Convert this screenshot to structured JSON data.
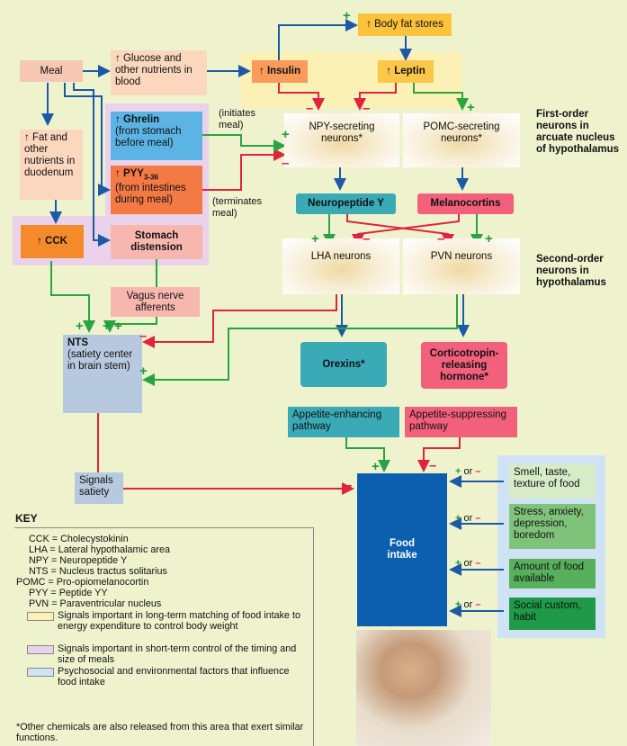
{
  "colors": {
    "blue_arrow": "#1c5aa6",
    "red_arrow": "#e0233f",
    "green_arrow": "#2aa342",
    "long_term_zone": "#fbf1b5",
    "short_term_zone": "#ead2ea",
    "psychosocial_zone": "#cfe3f5"
  },
  "icons": [
    "up-arrow-icon"
  ],
  "nodes": {
    "meal": "Meal",
    "glucose": "Glucose and other nutrients in blood",
    "insulin": "Insulin",
    "leptin": "Leptin",
    "body_fat": "Body fat stores",
    "fat_duodenum": "Fat and other nutrients in duodenum",
    "ghrelin_title": "Ghrelin",
    "ghrelin_detail": "(from stomach before meal)",
    "pyy_title": "PYY",
    "pyy_sub": "3-36",
    "pyy_detail": "(from intestines during meal)",
    "cck": "CCK",
    "stomach": "Stomach distension",
    "vagus": "Vagus nerve afferents",
    "nts_title": "NTS",
    "nts_detail": "(satiety center in brain stem)",
    "signals_satiety": "Signals satiety",
    "npy_neurons": "NPY-secreting neurons*",
    "pomc_neurons": "POMC-secreting neurons*",
    "neuropeptide_y": "Neuropeptide Y",
    "melanocortins": "Melanocortins",
    "lha_neurons": "LHA neurons",
    "pvn_neurons": "PVN neurons",
    "orexins": "Orexins*",
    "crh": "Corticotropin-releasing hormone*",
    "appetite_enh": "Appetite-enhancing pathway",
    "appetite_sup": "Appetite-suppressing pathway",
    "food_intake": "Food intake",
    "smell": "Smell, taste, texture of food",
    "stress": "Stress, anxiety, depression, boredom",
    "amount": "Amount of food available",
    "social": "Social custom, habit"
  },
  "labels": {
    "initiates": "(initiates meal)",
    "terminates": "(terminates meal)",
    "first_order": "First-order neurons in arcuate nucleus of hypothalamus",
    "second_order": "Second-order neurons in hypothalamus",
    "or": "or"
  },
  "signs": {
    "plus": "+",
    "minus": "–"
  },
  "key": {
    "title": "KEY",
    "abbreviations": [
      "CCK = Cholecystokinin",
      "LHA = Lateral hypothalamic area",
      "NPY = Neuropeptide Y",
      "NTS = Nucleus tractus solitarius",
      "POMC = Pro-opiomelanocortin",
      "PYY = Peptide YY",
      "PVN = Paraventricular nucleus"
    ],
    "legend_long": "Signals important in long-term matching of food intake to energy expenditure to control body weight",
    "legend_short": "Signals important in short-term control of the timing and size of meals",
    "legend_psych": "Psychosocial and environmental factors that influence food intake",
    "footnote": "*Other chemicals are also released from this area that exert similar functions."
  }
}
